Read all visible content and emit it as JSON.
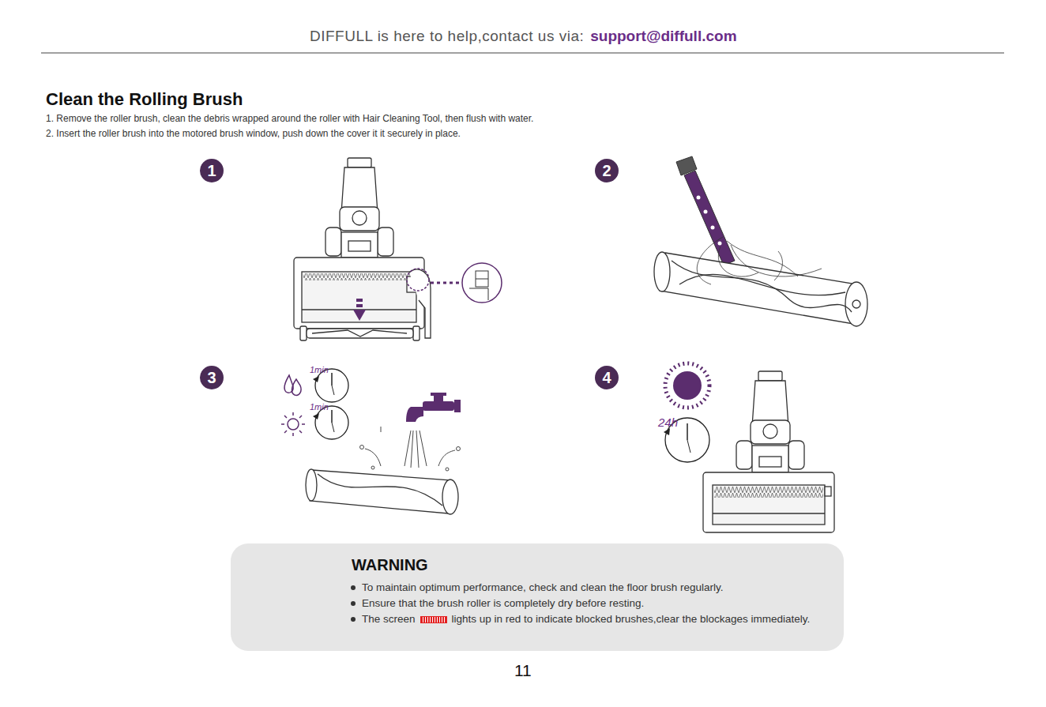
{
  "diagram": {
    "title": "Clean the Rolling Brush",
    "nodes": [
      {
        "text": [
          "1"
        ]
      },
      {
        "text": [
          "2"
        ]
      },
      {
        "text": [
          "3"
        ]
      },
      {
        "text": [
          "4"
        ]
      },
      {
        "text": [
          "WARNING",
          "To maintain optimum performance, check and clean the floor brush regularly.",
          "Ensure that the brush roller is completely dry before resting.",
          "The screen",
          "lights up in red to indicate blocked brushes,clear the blockages immediately."
        ]
      }
    ],
    "labels": [
      "DIFFULL is here to help,contact us via:",
      "support@diffull.com",
      "1. Remove the roller brush, clean the debris wrapped around the roller with Hair Cleaning Tool, then flush with water.",
      "2. Insert the roller brush into the motored brush window, push down the cover it it securely in place.",
      "1min",
      "1min",
      "24h",
      "11"
    ]
  }
}
